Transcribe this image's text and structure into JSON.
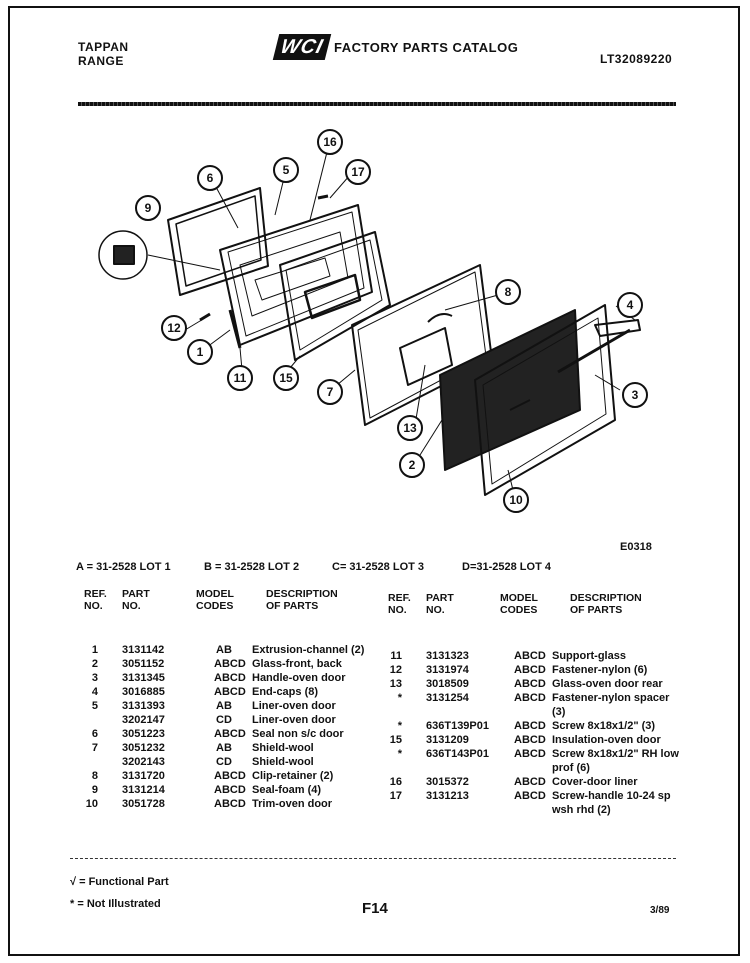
{
  "header": {
    "brand_line1": "TAPPAN",
    "brand_line2": "RANGE",
    "logo": "WCI",
    "catalog_title": "FACTORY PARTS CATALOG",
    "catalog_number": "LT32089220"
  },
  "diagram": {
    "code": "E0318",
    "callouts": [
      "1",
      "2",
      "3",
      "4",
      "5",
      "6",
      "7",
      "8",
      "9",
      "10",
      "11",
      "12",
      "13",
      "15",
      "16",
      "17"
    ]
  },
  "lots": {
    "a": "A = 31-2528 LOT 1",
    "b": "B = 31-2528 LOT 2",
    "c": "C= 31-2528 LOT 3",
    "d": "D=31-2528 LOT 4"
  },
  "columns": {
    "ref": "REF.\nNO.",
    "part": "PART\nNO.",
    "model": "MODEL\nCODES",
    "desc": "DESCRIPTION\nOF PARTS"
  },
  "left_rows": [
    {
      "ref": "1",
      "part": "3131142",
      "model": "AB",
      "desc": "Extrusion-channel (2)"
    },
    {
      "ref": "2",
      "part": "3051152",
      "model": "ABCD",
      "desc": "Glass-front, back"
    },
    {
      "ref": "3",
      "part": "3131345",
      "model": "ABCD",
      "desc": "Handle-oven door"
    },
    {
      "ref": "4",
      "part": "3016885",
      "model": "ABCD",
      "desc": "End-caps (8)"
    },
    {
      "ref": "5",
      "part": "3131393",
      "model": "AB",
      "desc": "Liner-oven door"
    },
    {
      "ref": "",
      "part": "3202147",
      "model": "CD",
      "desc": "Liner-oven door"
    },
    {
      "ref": "6",
      "part": "3051223",
      "model": "ABCD",
      "desc": "Seal non s/c door"
    },
    {
      "ref": "7",
      "part": "3051232",
      "model": "AB",
      "desc": "Shield-wool"
    },
    {
      "ref": "",
      "part": "3202143",
      "model": "CD",
      "desc": "Shield-wool"
    },
    {
      "ref": "8",
      "part": "3131720",
      "model": "ABCD",
      "desc": "Clip-retainer (2)"
    },
    {
      "ref": "9",
      "part": "3131214",
      "model": "ABCD",
      "desc": "Seal-foam (4)"
    },
    {
      "ref": "10",
      "part": "3051728",
      "model": "ABCD",
      "desc": "Trim-oven door"
    }
  ],
  "right_rows": [
    {
      "ref": "11",
      "part": "3131323",
      "model": "ABCD",
      "desc": "Support-glass"
    },
    {
      "ref": "12",
      "part": "3131974",
      "model": "ABCD",
      "desc": "Fastener-nylon (6)"
    },
    {
      "ref": "13",
      "part": "3018509",
      "model": "ABCD",
      "desc": "Glass-oven door rear"
    },
    {
      "ref": "*",
      "part": "3131254",
      "model": "ABCD",
      "desc": "Fastener-nylon spacer"
    },
    {
      "ref": "",
      "part": "",
      "model": "",
      "desc": "(3)"
    },
    {
      "ref": "*",
      "part": "636T139P01",
      "model": "ABCD",
      "desc": "Screw 8x18x1/2\" (3)"
    },
    {
      "ref": "15",
      "part": "3131209",
      "model": "ABCD",
      "desc": "Insulation-oven door"
    },
    {
      "ref": "*",
      "part": "636T143P01",
      "model": "ABCD",
      "desc": "Screw 8x18x1/2\" RH low"
    },
    {
      "ref": "",
      "part": "",
      "model": "",
      "desc": "prof (6)"
    },
    {
      "ref": "16",
      "part": "3015372",
      "model": "ABCD",
      "desc": "Cover-door liner"
    },
    {
      "ref": "17",
      "part": "3131213",
      "model": "ABCD",
      "desc": "Screw-handle 10-24 sp"
    },
    {
      "ref": "",
      "part": "",
      "model": "",
      "desc": "wsh rhd (2)"
    }
  ],
  "footer": {
    "functional": "√ = Functional Part",
    "not_illustrated": "* = Not Illustrated",
    "page": "F14",
    "date": "3/89"
  }
}
